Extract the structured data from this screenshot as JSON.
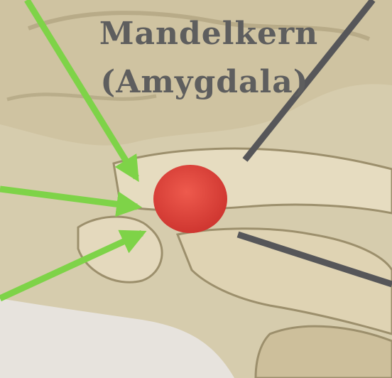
{
  "title": {
    "line1": "Mandelkern",
    "line2": "(Amygdala)"
  },
  "colors": {
    "background": "#d6ccad",
    "amygdala": "#e0423a",
    "green_arrow": "#7ed348",
    "gray_line": "#565659",
    "title_text": "#5e5e5e"
  },
  "icons": {
    "arrow": "green-arrow-icon",
    "pointer_line": "gray-pointer-line"
  }
}
